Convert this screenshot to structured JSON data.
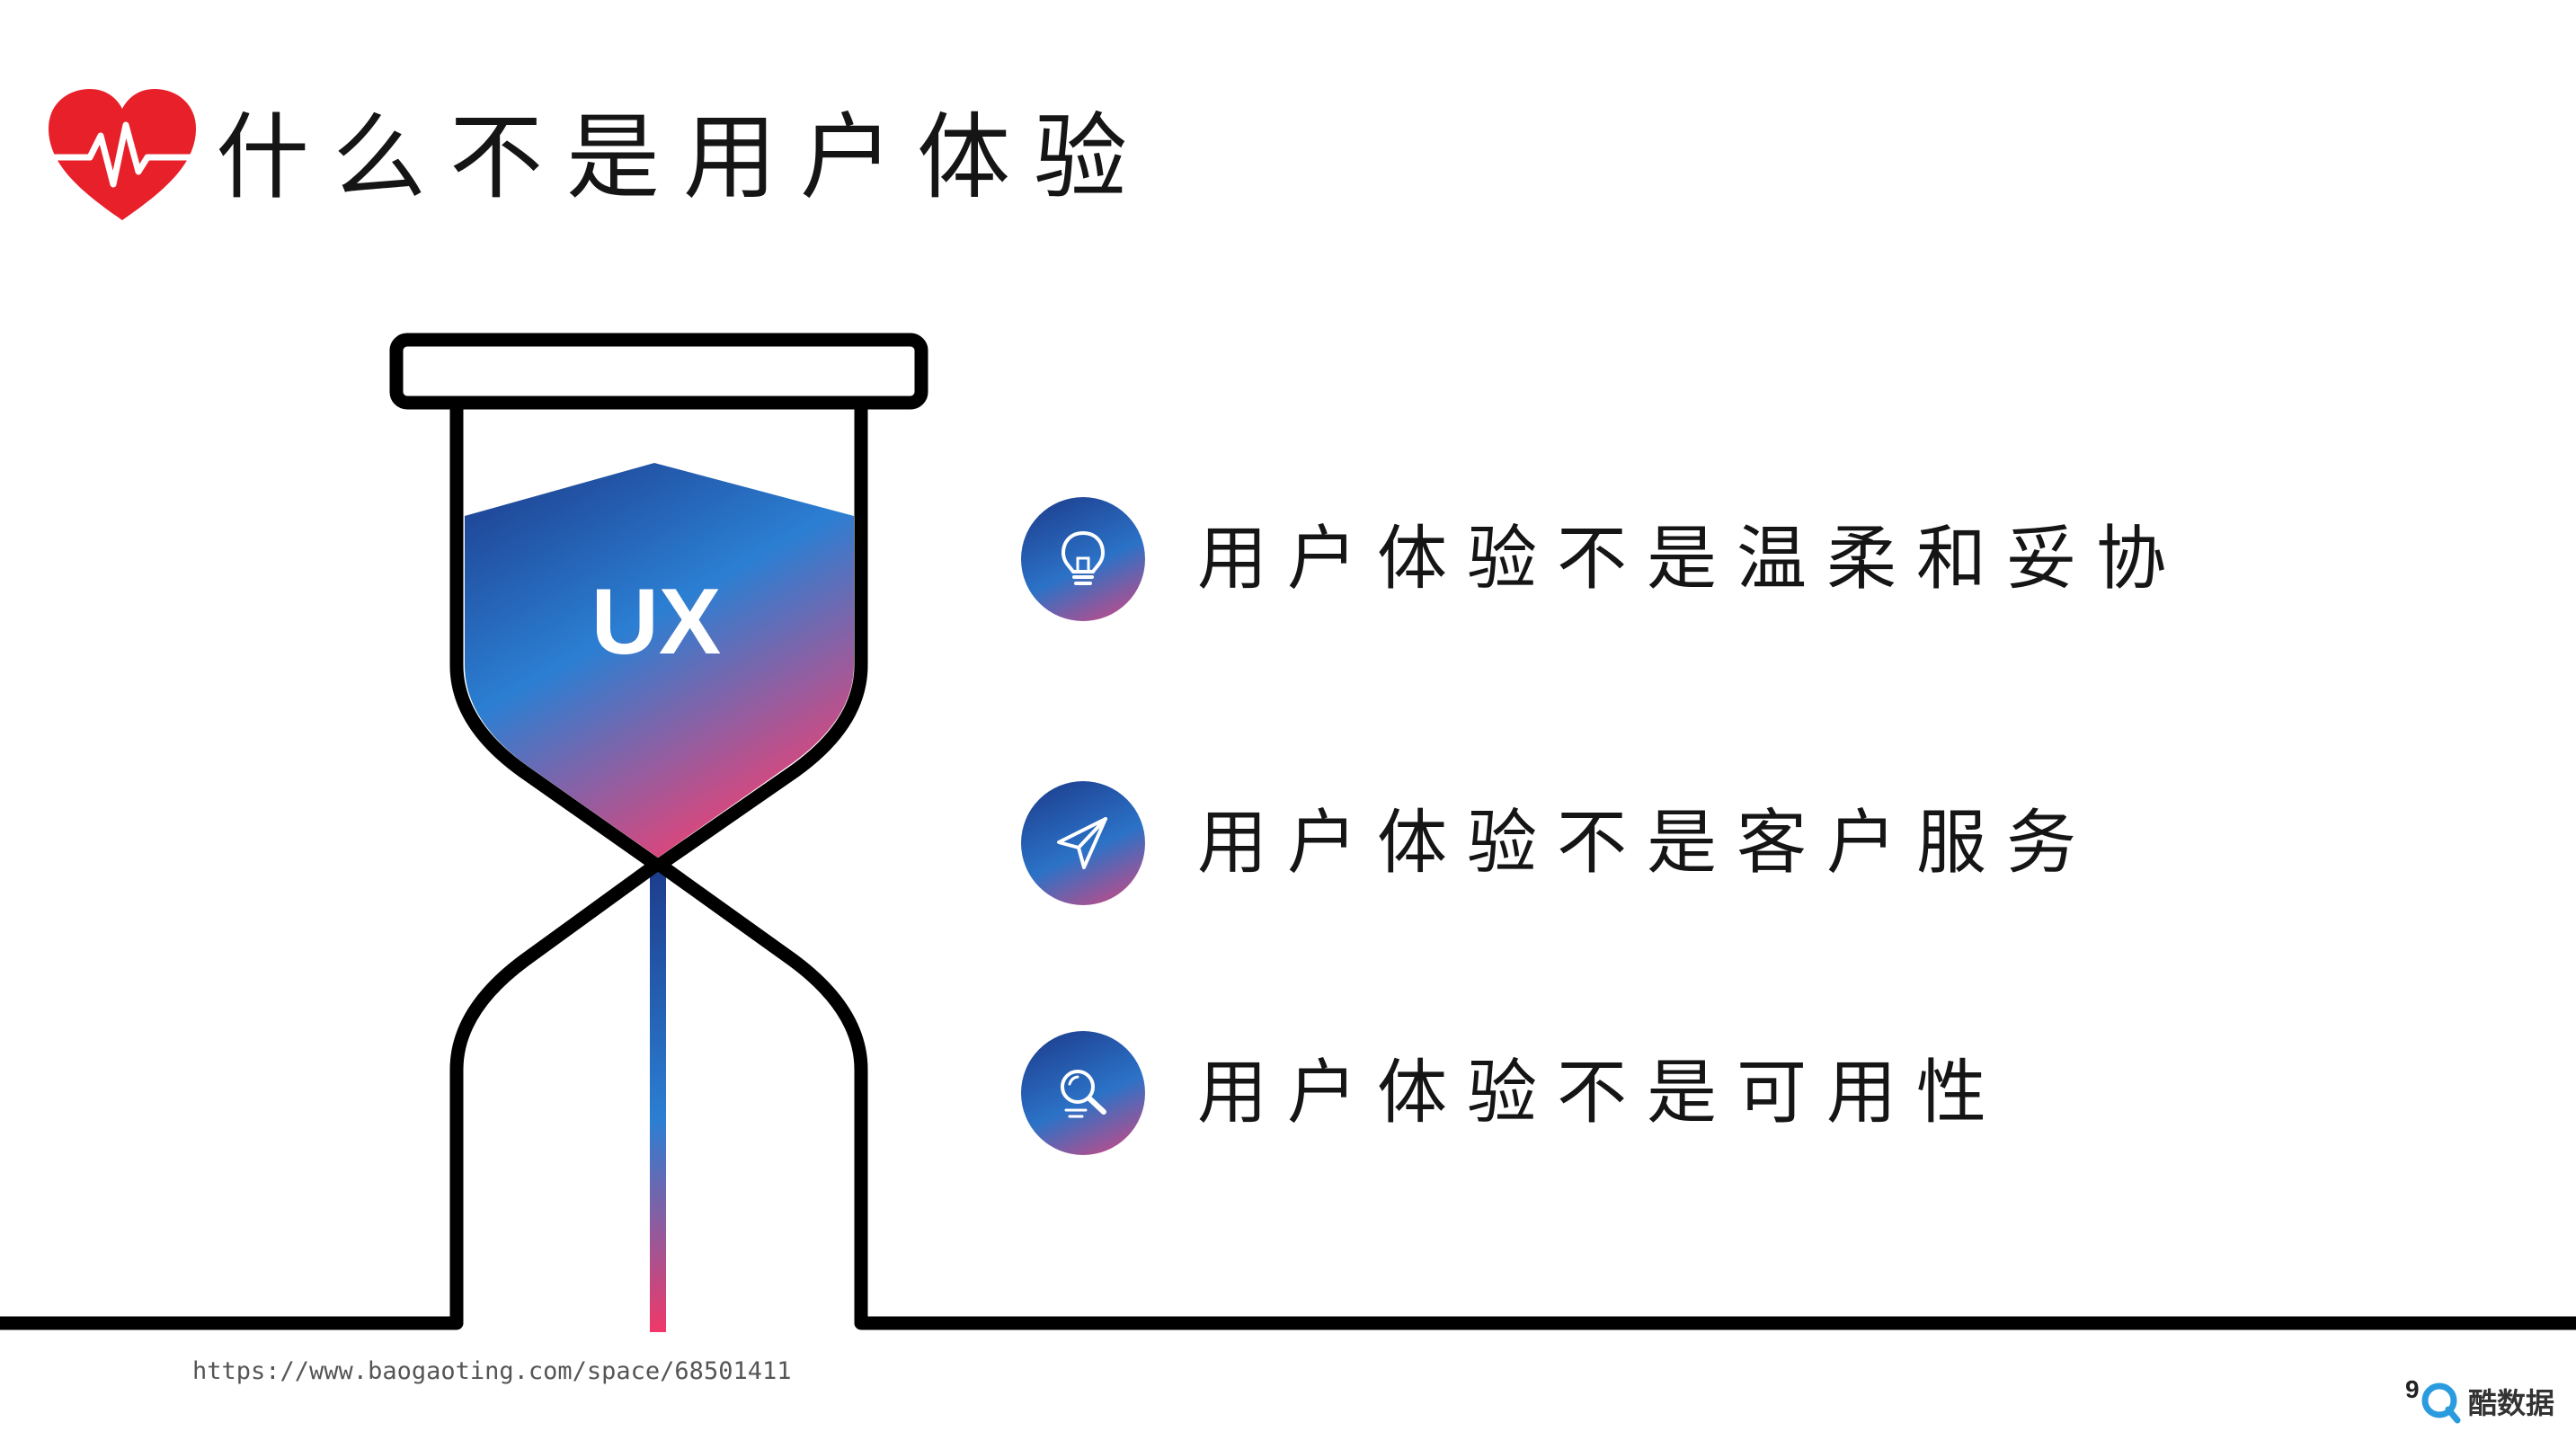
{
  "slide": {
    "title": "什么不是用户体验",
    "hourglass_label": "UX",
    "points": [
      {
        "icon": "lightbulb-icon",
        "text": "用户体验不是温柔和妥协"
      },
      {
        "icon": "paper-plane-icon",
        "text": "用户体验不是客户服务"
      },
      {
        "icon": "magnifier-icon",
        "text": "用户体验不是可用性"
      }
    ],
    "source_url": "https://www.baogaoting.com/space/68501411",
    "page_number": "9",
    "watermark": "酷数据"
  },
  "colors": {
    "heart": "#e8202a",
    "gradient_dark_blue": "#1d3a8a",
    "gradient_blue": "#2b7fd3",
    "gradient_pink": "#e0457a",
    "outline": "#000000"
  }
}
